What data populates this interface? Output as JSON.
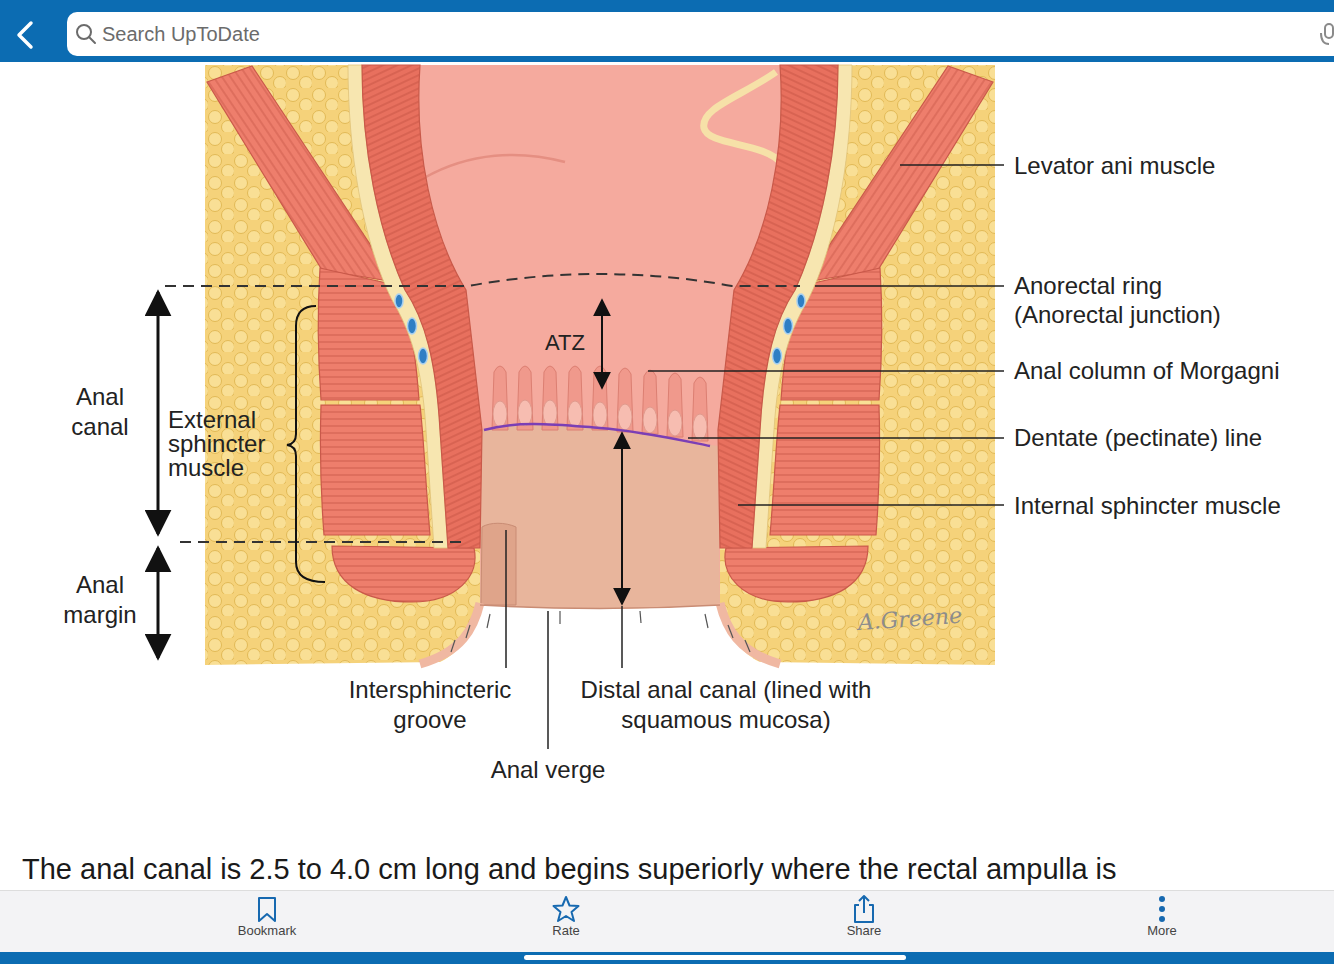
{
  "diagram": {
    "nodes": [
      {
        "text": [
          "Search UpToDate"
        ]
      }
    ],
    "labels": [
      "Levator ani muscle",
      "Anorectal ring (Anorectal junction)",
      "Anal column of Morgagni",
      "ATZ",
      "Anal canal",
      "External sphincter muscle",
      "Dentate (pectinate) line",
      "Internal sphincter muscle",
      "Anal margin",
      "A.Greene",
      "Intersphincteric groove",
      "Distal anal canal (lined with squamous mucosa)",
      "Anal verge",
      "The anal canal is 2.5 to 4.0 cm long and begins superiorly where the rectal ampulla is",
      "Bookmark",
      "Rate",
      "Share",
      "More"
    ]
  }
}
